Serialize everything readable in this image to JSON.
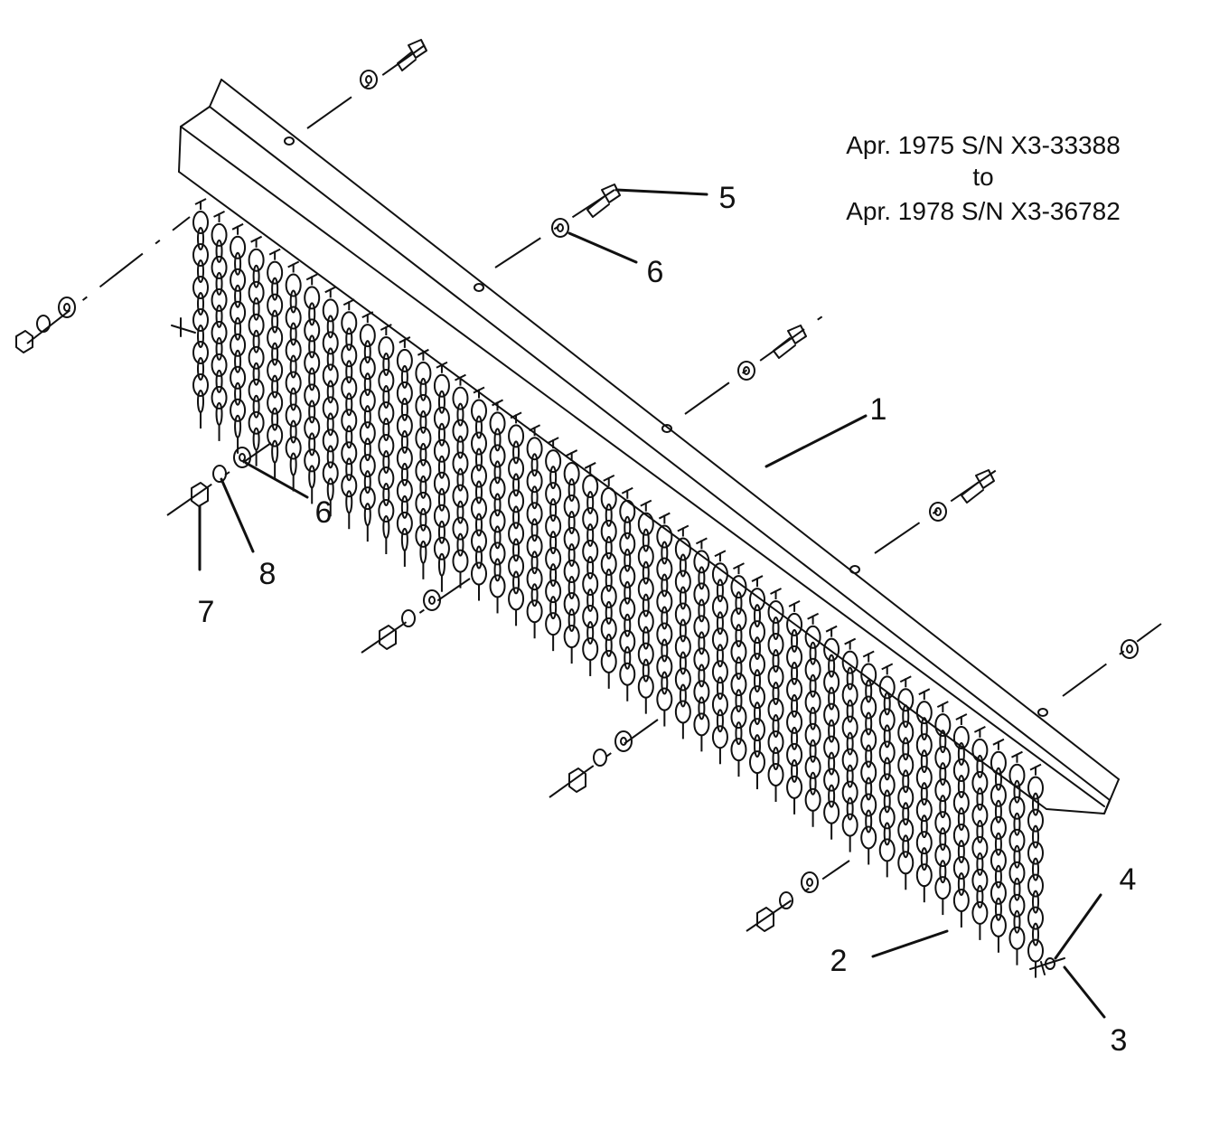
{
  "caption": {
    "line1": "Apr. 1975 S/N X3-33388",
    "line2": "to",
    "line3": "Apr. 1978 S/N X3-36782"
  },
  "callouts": {
    "c1": "1",
    "c2": "2",
    "c3": "3",
    "c4": "4",
    "c5": "5",
    "c6a": "6",
    "c6b": "6",
    "c7": "7",
    "c8": "8"
  },
  "colors": {
    "ink": "#111111",
    "paper": "#ffffff"
  }
}
